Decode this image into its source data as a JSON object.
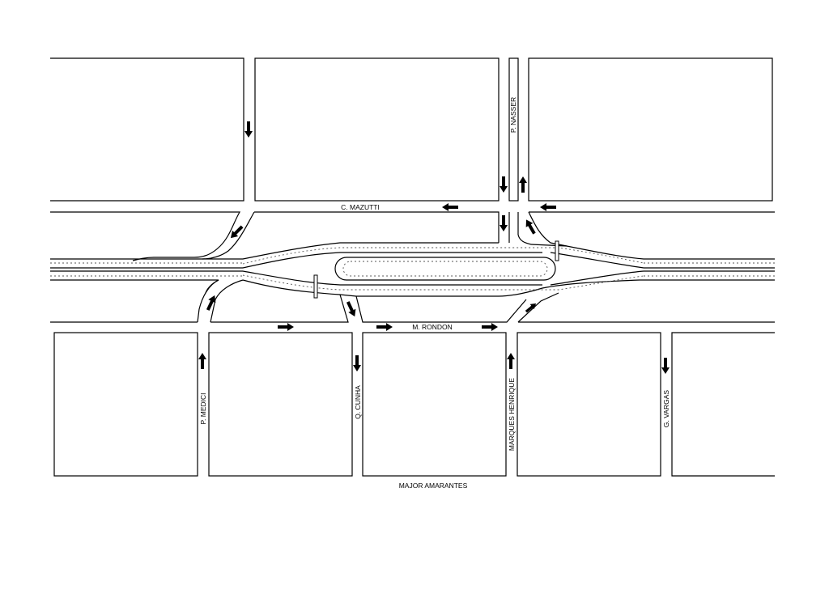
{
  "streets": {
    "c_mazutti": "C. MAZUTTI",
    "p_nasser": "P. NASSER",
    "m_rondon": "M. RONDON",
    "p_medici": "P. MEDICI",
    "q_cunha": "Q. CUNHA",
    "marques_henrique": "MARQUES HENRIQUE",
    "g_vargas": "G. VARGAS",
    "major_amarantes": "MAJOR AMARANTES"
  },
  "arrows": [
    {
      "name": "arrow-down-block-1",
      "direction": "down"
    },
    {
      "name": "arrow-down-p-nasser",
      "direction": "down"
    },
    {
      "name": "arrow-up-p-nasser",
      "direction": "up"
    },
    {
      "name": "arrow-left-c-mazutti",
      "direction": "left"
    },
    {
      "name": "arrow-left-c-mazutti-east",
      "direction": "left"
    },
    {
      "name": "arrow-down-p-nasser-lower",
      "direction": "down"
    },
    {
      "name": "arrow-up-left-ramp-ne",
      "direction": "up-left"
    },
    {
      "name": "arrow-down-left-ramp-nw",
      "direction": "down-left"
    },
    {
      "name": "arrow-up-right-ramp-sw",
      "direction": "up-right"
    },
    {
      "name": "arrow-down-right-ramp-q-cunha",
      "direction": "down-right"
    },
    {
      "name": "arrow-up-right-ramp-se",
      "direction": "up-right"
    },
    {
      "name": "arrow-right-m-rondon-west",
      "direction": "right"
    },
    {
      "name": "arrow-right-m-rondon-center",
      "direction": "right"
    },
    {
      "name": "arrow-right-m-rondon-east",
      "direction": "right"
    },
    {
      "name": "arrow-up-p-medici",
      "direction": "up"
    },
    {
      "name": "arrow-down-q-cunha",
      "direction": "down"
    },
    {
      "name": "arrow-up-marques-henrique",
      "direction": "up"
    },
    {
      "name": "arrow-down-g-vargas",
      "direction": "down"
    }
  ]
}
